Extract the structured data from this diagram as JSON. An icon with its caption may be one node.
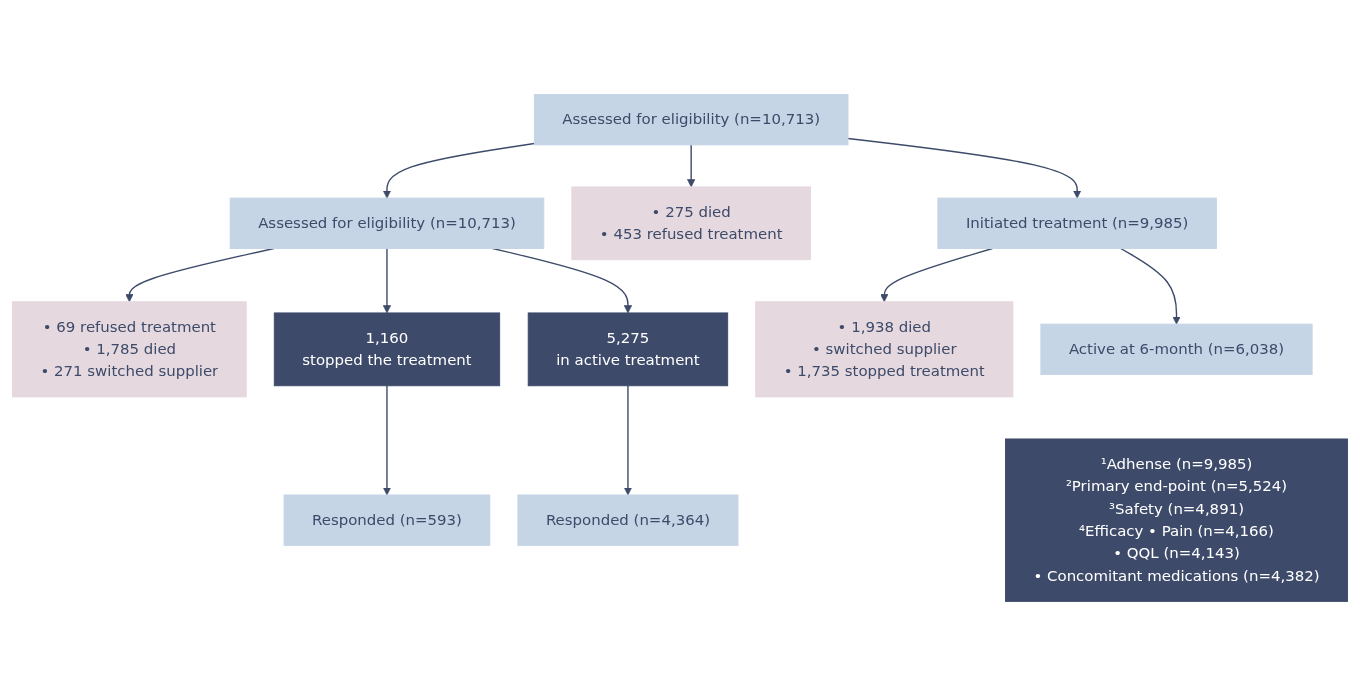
{
  "diagram": {
    "nodes": [
      {
        "text": [
          "Assessed for eligibility (n=10,713)"
        ]
      },
      {
        "text": [
          "Assessed for eligibility (n=10,713)"
        ]
      },
      {
        "text": [
          "• 69 refused treatment",
          "• 1,785 died",
          "• 271 switched supplier"
        ]
      },
      {
        "text": [
          "• 275 died",
          "• 453 refused treatment"
        ]
      },
      {
        "text": [
          "Initiated treatment (n=9,985)"
        ]
      },
      {
        "text": [
          "• 1,938 died",
          "• switched supplier",
          "• 1,735 stopped treatment"
        ]
      },
      {
        "text": [
          "Active at 6-month (n=6,038)"
        ]
      },
      {
        "text": [
          "1,160",
          "stopped the treatment"
        ]
      },
      {
        "text": [
          "5,275",
          "in active treatment"
        ]
      },
      {
        "text": [
          "Responded (n=593)"
        ]
      },
      {
        "text": [
          "Responded (n=4,364)"
        ]
      },
      {
        "text": [
          "¹Adhense (n=9,985)",
          "²Primary end-point (n=5,524)",
          "³Safety (n=4,891)",
          "⁴Efficacy • Pain (n=4,166)",
          "• QQL (n=4,143)",
          "• Concomitant medications (n=4,382)"
        ]
      }
    ],
    "edges": [
      {
        "from": 1,
        "to": 0,
        "arrow": "to"
      },
      {
        "from": 0,
        "to": 2,
        "arrow": "to"
      },
      {
        "from": 0,
        "to": 7,
        "arrow": "to"
      },
      {
        "from": 0,
        "to": 8,
        "arrow": "to"
      },
      {
        "from": 1,
        "to": 3,
        "arrow": "to"
      },
      {
        "from": 1,
        "to": 4,
        "arrow": "to"
      },
      {
        "from": 4,
        "to": 5,
        "arrow": "to"
      },
      {
        "from": 4,
        "to": 6,
        "arrow": "to"
      },
      {
        "from": 7,
        "to": 9,
        "arrow": "to"
      },
      {
        "from": 8,
        "to": 10,
        "arrow": "to"
      }
    ]
  }
}
